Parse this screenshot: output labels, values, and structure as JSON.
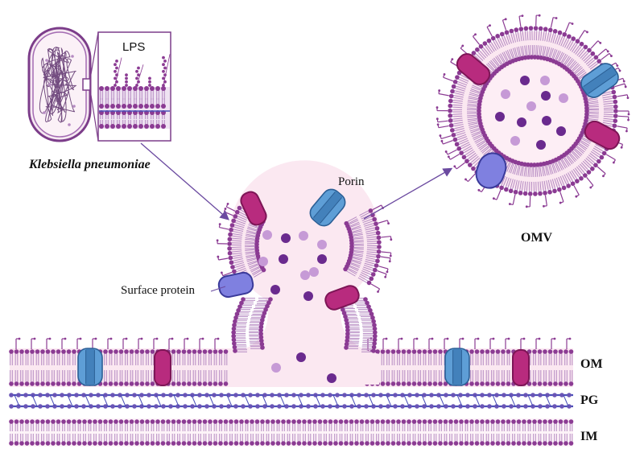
{
  "labels": {
    "lps": "LPS",
    "species": "Klebsiella pneumoniae",
    "porin": "Porin",
    "surface_protein": "Surface protein",
    "omv": "OMV",
    "om": "OM",
    "pg": "PG",
    "im": "IM"
  },
  "colors": {
    "lipid": "#8b3b93",
    "lipid_light": "#b58ac2",
    "lps_chain": "#8b3b93",
    "lumen": "#fbe8f1",
    "porin": "#5e9ed6",
    "porin_dark": "#2e6aa6",
    "porin_line": "#2b5f95",
    "magenta_protein": "#b82b7e",
    "magenta_dark": "#7d1556",
    "surface_protein": "#7f80e0",
    "surface_protein_dark": "#3a3a9a",
    "pg_chain": "#4a4fb8",
    "pg_bead": "#6a55b6",
    "dot_dark": "#6a2a8e",
    "dot_light": "#c69ad6",
    "arrow": "#6b4aa0",
    "cell_fill": "#f6e9f2",
    "cell_border": "#7c3d8a",
    "dna": "#5a2f6b"
  }
}
